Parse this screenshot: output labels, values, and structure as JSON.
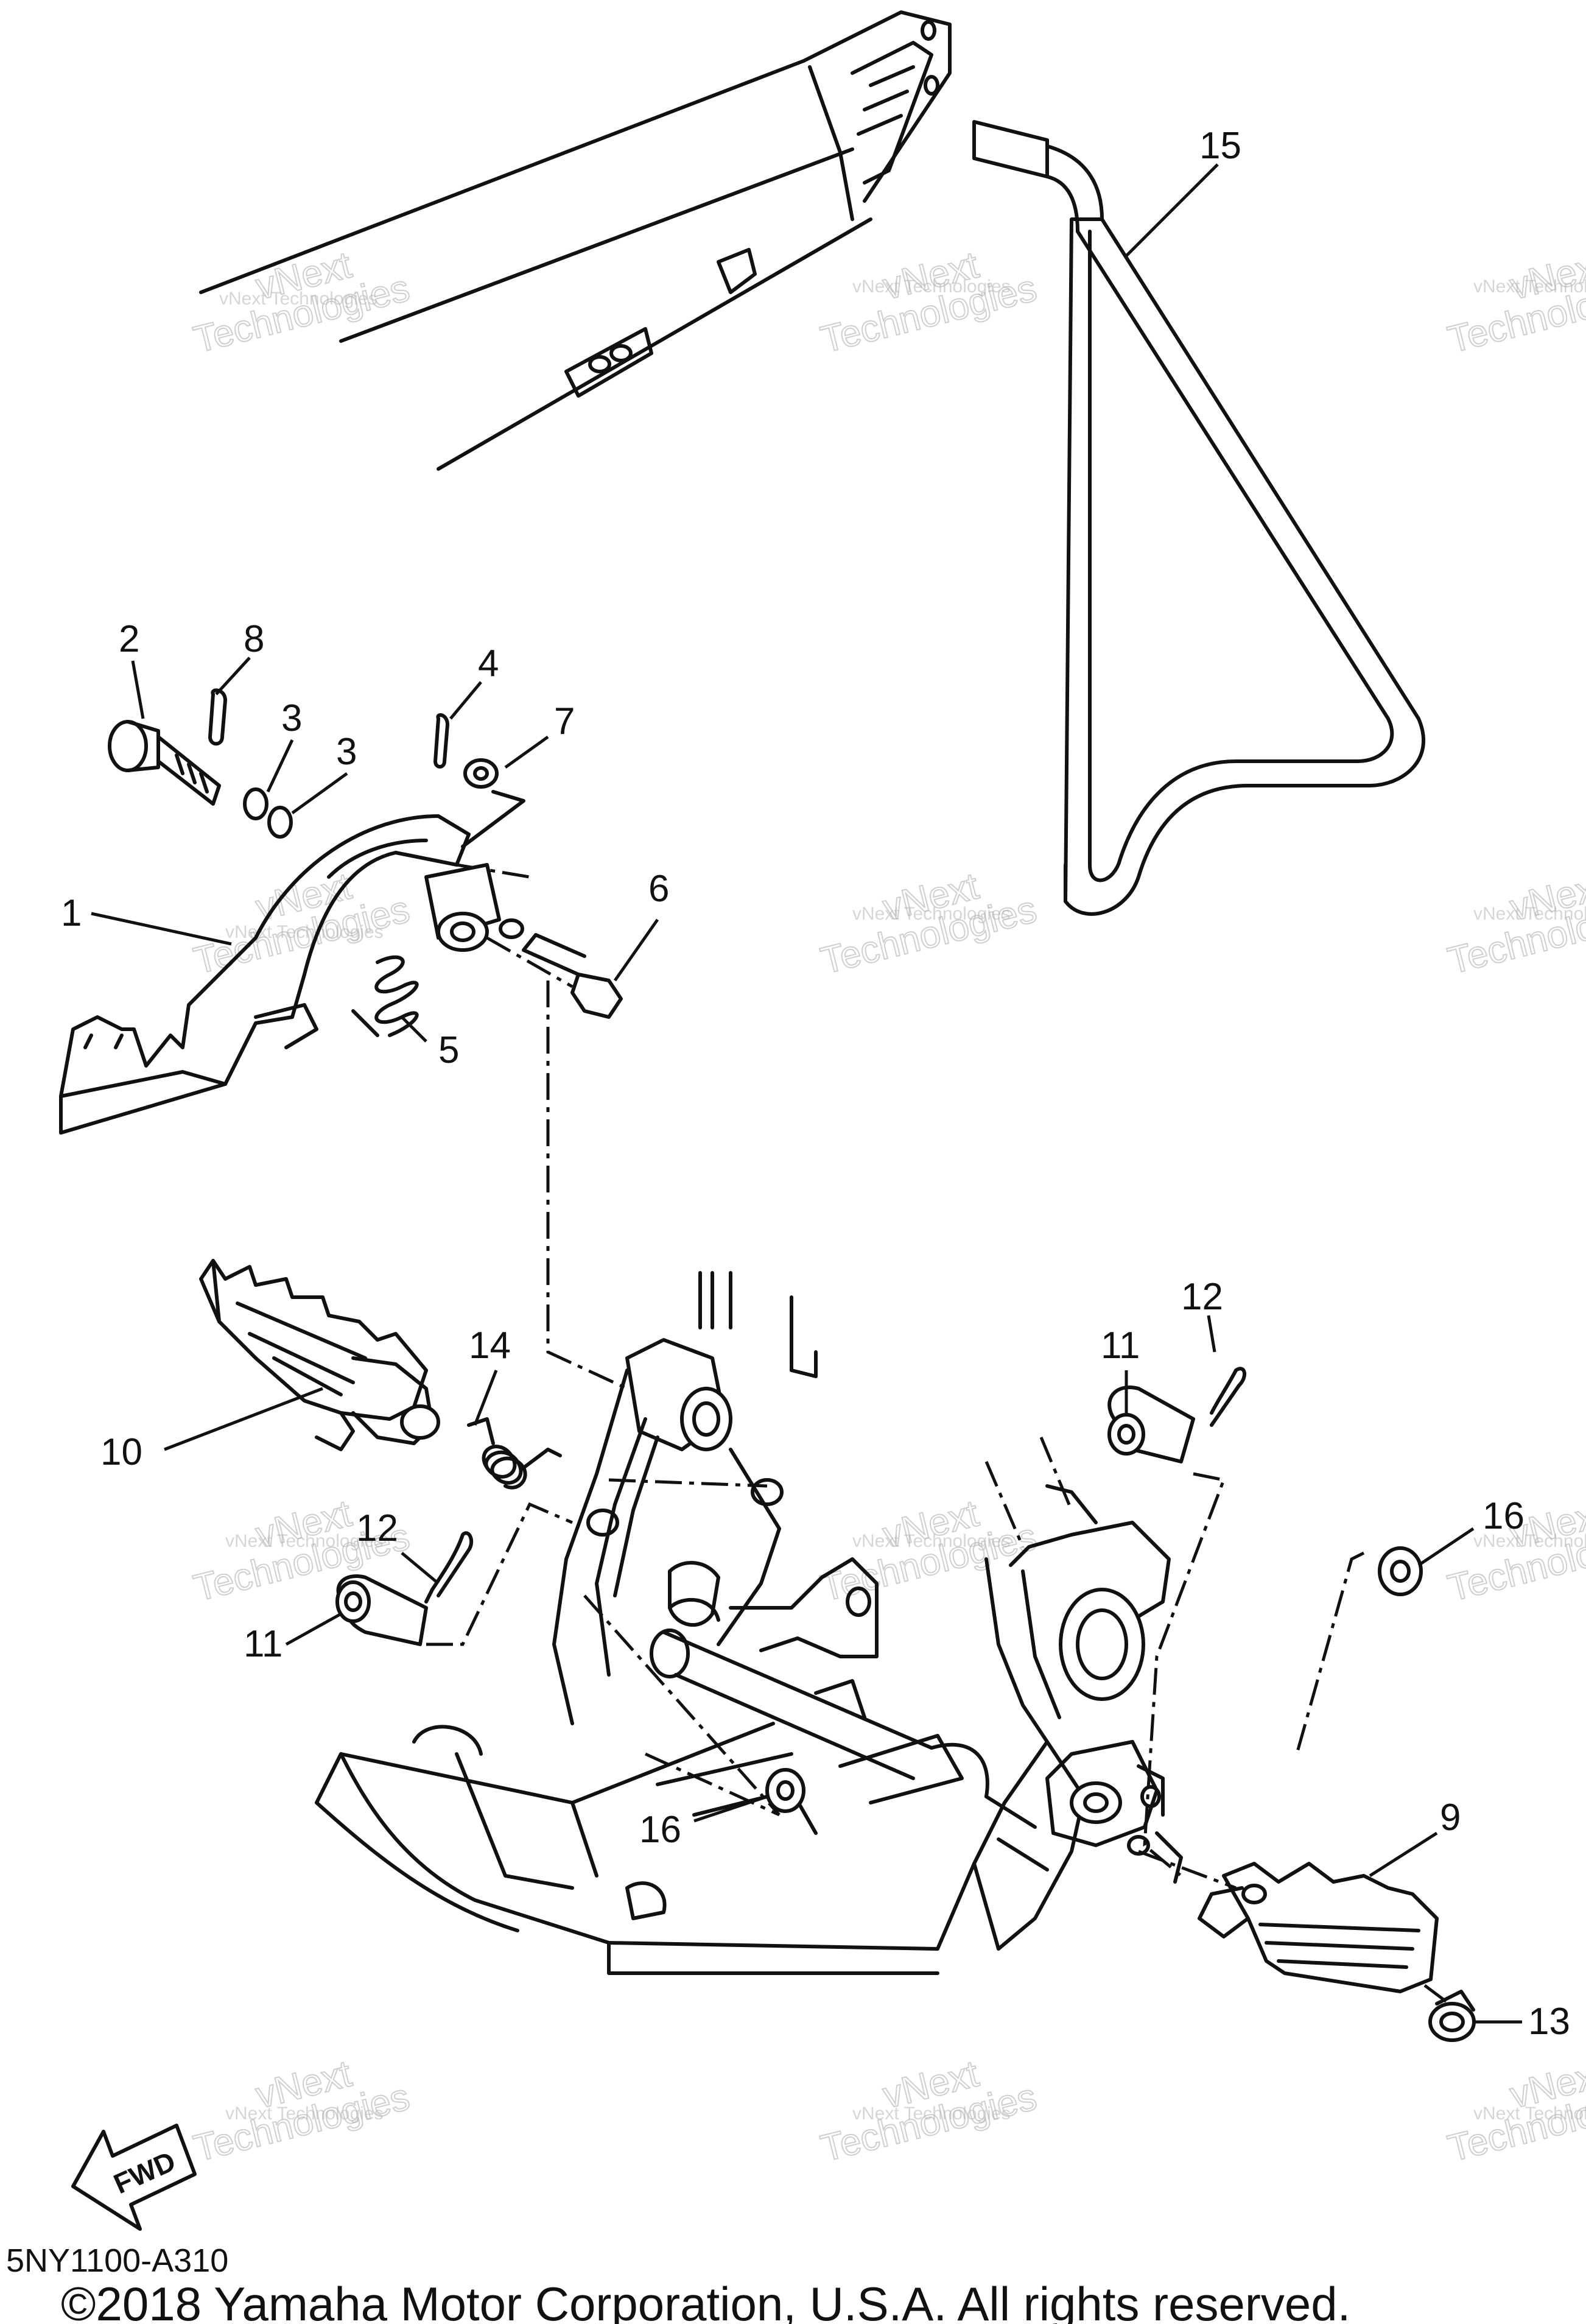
{
  "diagram": {
    "callouts": [
      {
        "id": "c1",
        "label": "1"
      },
      {
        "id": "c2",
        "label": "2"
      },
      {
        "id": "c3a",
        "label": "3"
      },
      {
        "id": "c3b",
        "label": "3"
      },
      {
        "id": "c4",
        "label": "4"
      },
      {
        "id": "c5",
        "label": "5"
      },
      {
        "id": "c6",
        "label": "6"
      },
      {
        "id": "c7",
        "label": "7"
      },
      {
        "id": "c8",
        "label": "8"
      },
      {
        "id": "c9",
        "label": "9"
      },
      {
        "id": "c10",
        "label": "10"
      },
      {
        "id": "c11a",
        "label": "11"
      },
      {
        "id": "c11b",
        "label": "11"
      },
      {
        "id": "c12a",
        "label": "12"
      },
      {
        "id": "c12b",
        "label": "12"
      },
      {
        "id": "c13",
        "label": "13"
      },
      {
        "id": "c14",
        "label": "14"
      },
      {
        "id": "c15",
        "label": "15"
      },
      {
        "id": "c16a",
        "label": "16"
      },
      {
        "id": "c16b",
        "label": "16"
      }
    ],
    "fwd_label": "FWD",
    "diagram_code": "5NY1100-A310",
    "copyright": "©2018 Yamaha Motor Corporation, U.S.A. All rights reserved.",
    "watermark": {
      "line1": "vNext Technologies",
      "line2": "vNext",
      "line3": "Technologies"
    }
  }
}
